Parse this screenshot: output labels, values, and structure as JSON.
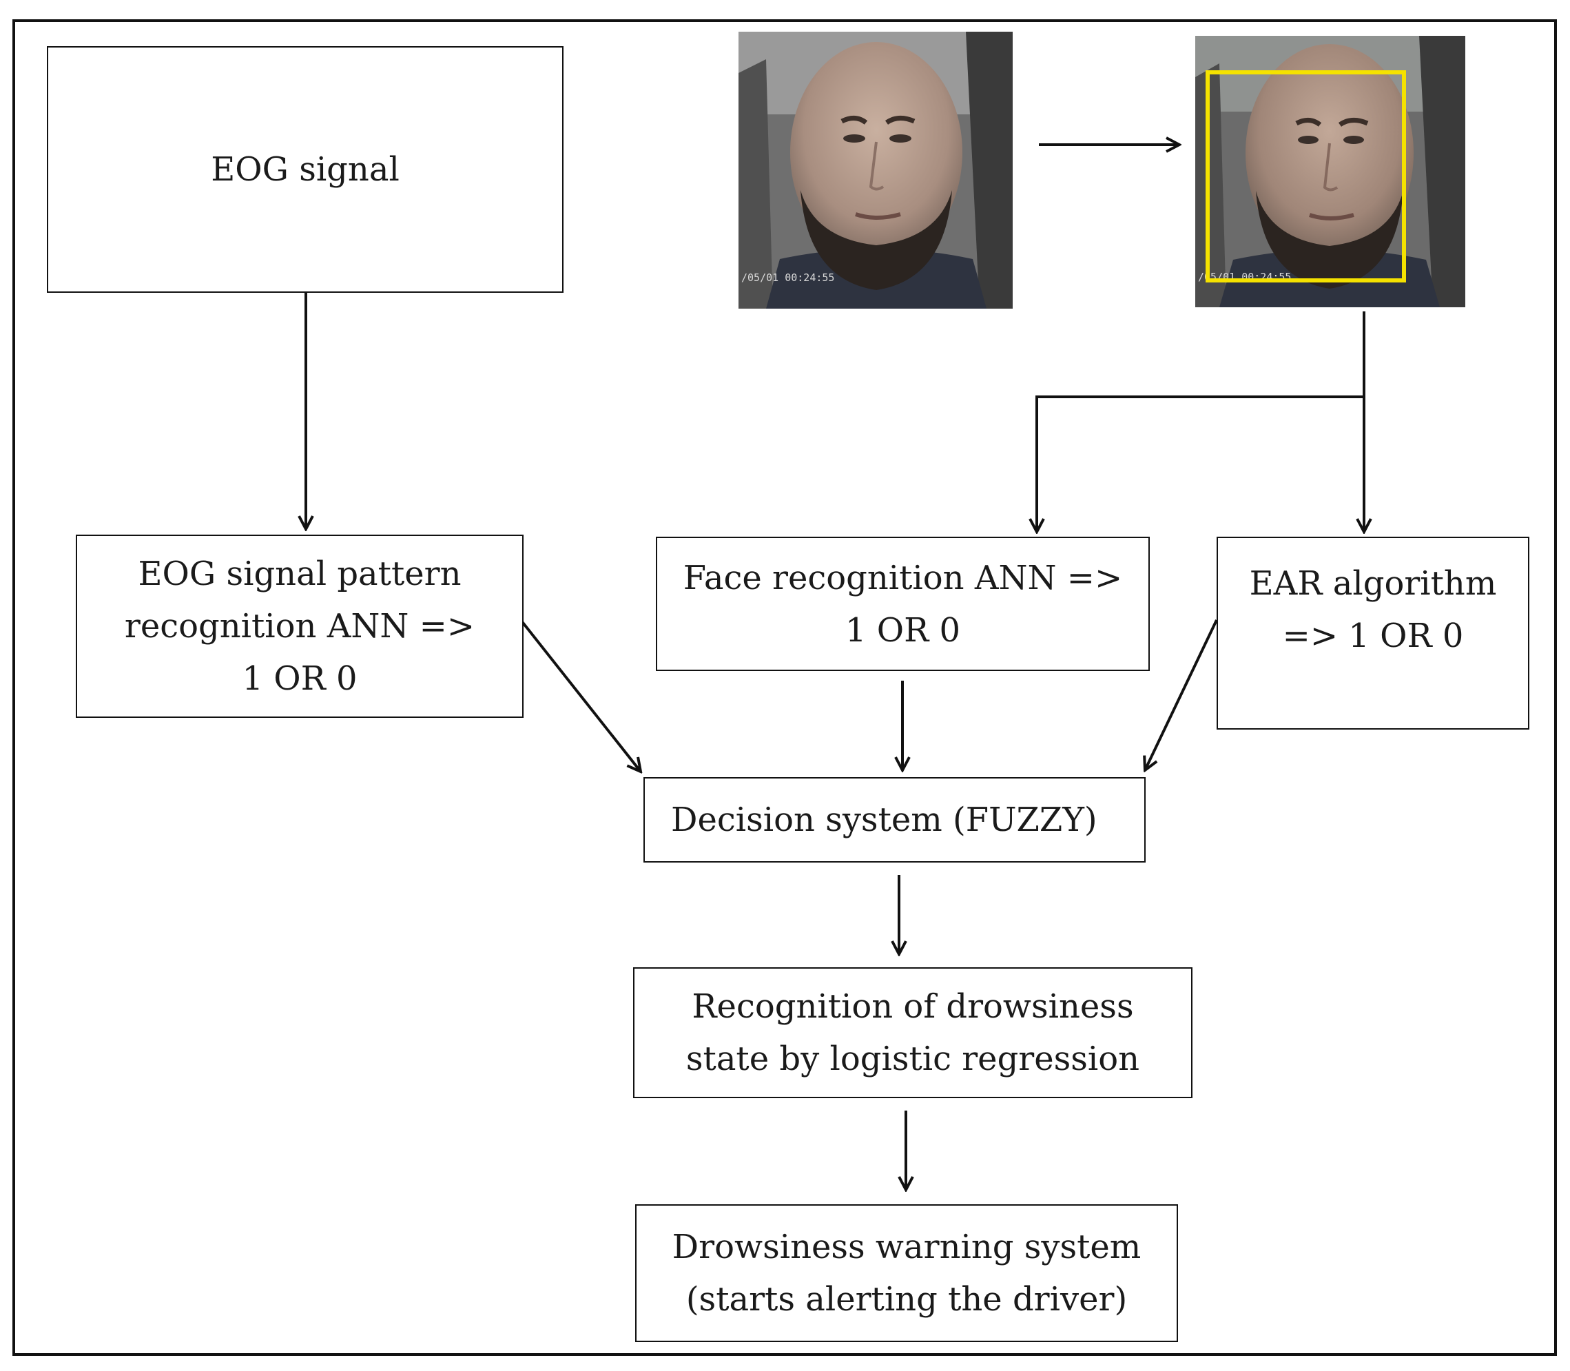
{
  "nodes": {
    "eog_signal": "EOG signal",
    "eog_ann": [
      "EOG signal pattern",
      "recognition ANN =>",
      "1 OR 0"
    ],
    "face_ann": [
      "Face recognition ANN =>",
      "1 OR 0"
    ],
    "ear": [
      "EAR algorithm",
      "=> 1 OR 0"
    ],
    "decision": "Decision system (FUZZY)",
    "drowsiness_recognition": [
      "Recognition of drowsiness",
      "state by logistic regression"
    ],
    "warning": [
      "Drowsiness warning system",
      "(starts alerting the driver)"
    ]
  },
  "photos": {
    "raw_frame_timestamp": "/05/01  00:24:55",
    "detected_frame_timestamp": "/05/01  00:24:55",
    "face_box_color": "#f5e200"
  },
  "colors": {
    "stroke": "#111111",
    "background": "#ffffff"
  }
}
